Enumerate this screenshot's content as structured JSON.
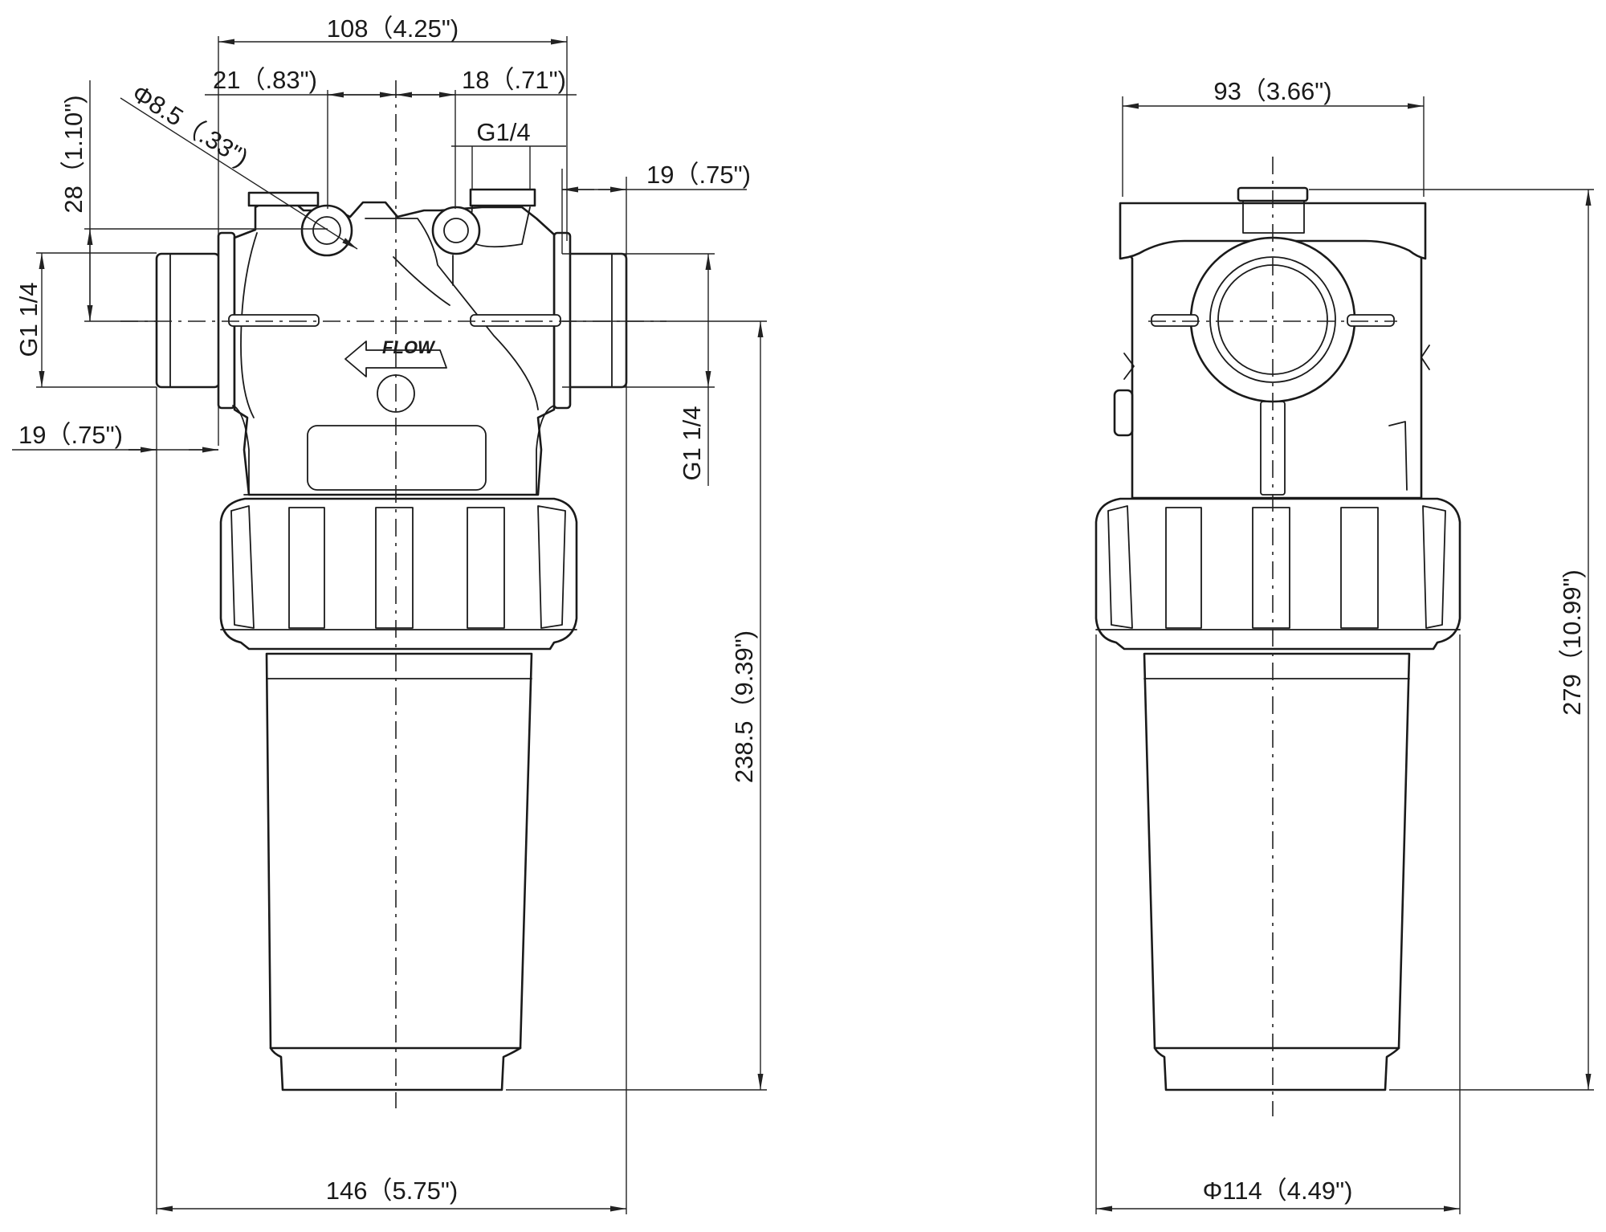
{
  "drawing": {
    "front_view": {
      "labels": {
        "overall_width": "108（4.25\")",
        "left_port_offset": "21（.83\")",
        "right_port_offset": "18（.71\")",
        "mount_hole": "Φ8.5（.33\")",
        "top_port_thread": "G1/4",
        "top_height": "28（1.10\")",
        "inlet_thread": "G1 1/4",
        "outlet_thread": "G1 1/4",
        "right_thread_length": "19（.75\")",
        "left_thread_length": "19（.75\")",
        "flow_marking": "FLOW",
        "bowl_height": "238.5（9.39\")",
        "body_width": "146（5.75\")"
      }
    },
    "side_view": {
      "labels": {
        "head_width": "93（3.66\")",
        "overall_height": "279（10.99\")",
        "nut_diameter": "Φ114（4.49\")"
      }
    }
  }
}
